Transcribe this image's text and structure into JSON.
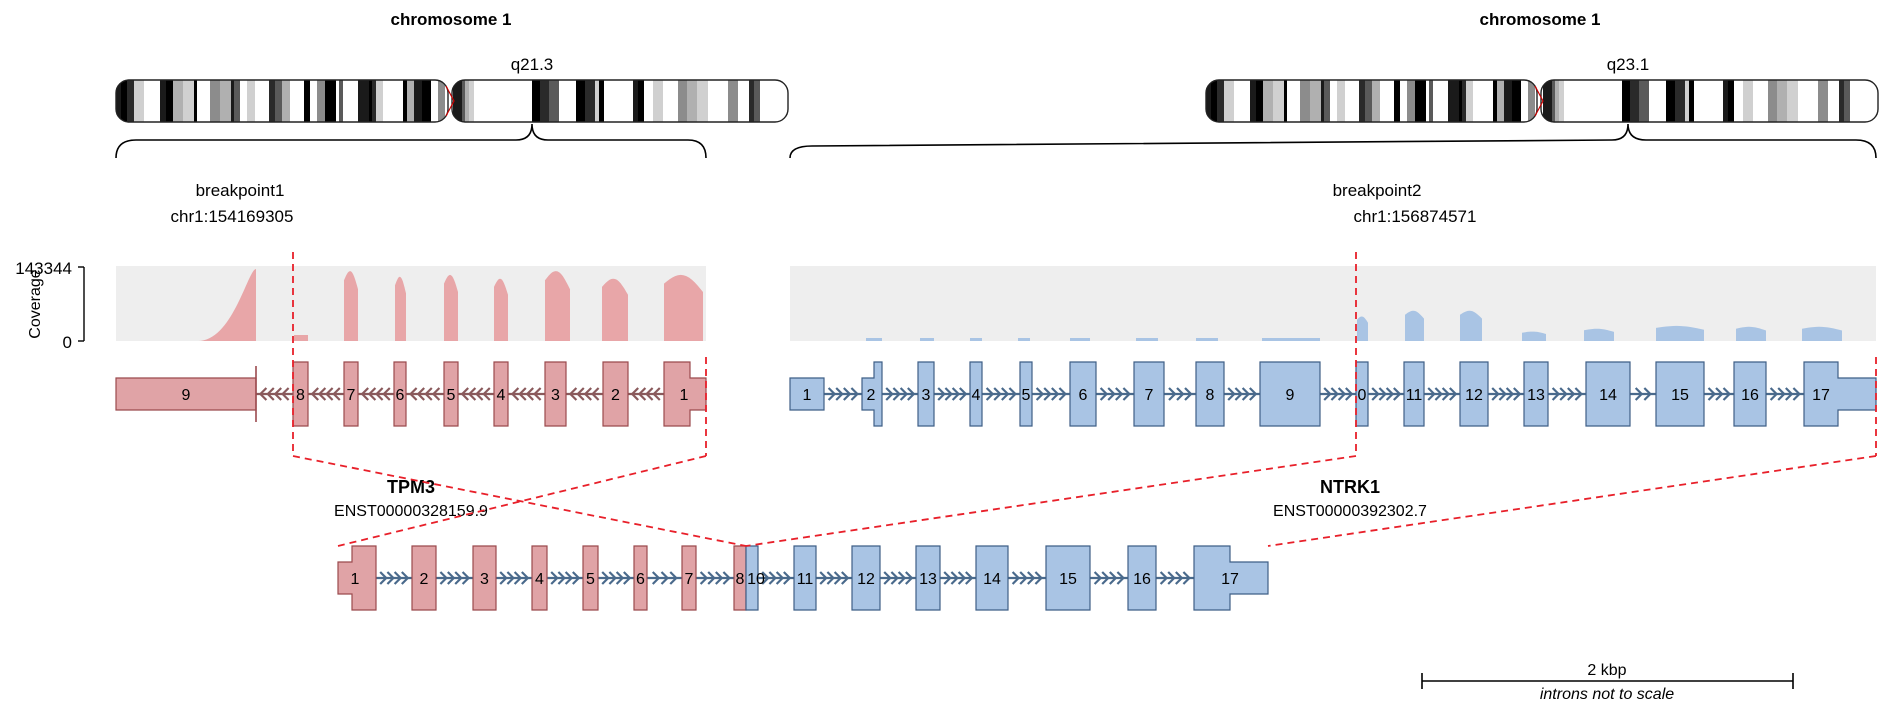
{
  "left": {
    "chromosome_title": "chromosome 1",
    "band_label": "q21.3",
    "breakpoint_name": "breakpoint1",
    "breakpoint_pos": "chr1:154169305",
    "gene_name": "TPM3",
    "transcript_id": "ENST00000328159.9",
    "exons": [
      "9",
      "8",
      "7",
      "6",
      "5",
      "4",
      "3",
      "2",
      "1"
    ]
  },
  "right": {
    "chromosome_title": "chromosome 1",
    "band_label": "q23.1",
    "breakpoint_name": "breakpoint2",
    "breakpoint_pos": "chr1:156874571",
    "gene_name": "NTRK1",
    "transcript_id": "ENST00000392302.7",
    "exons": [
      "1",
      "2",
      "3",
      "4",
      "5",
      "6",
      "7",
      "8",
      "9",
      "0",
      "11",
      "12",
      "13",
      "14",
      "15",
      "16",
      "17"
    ]
  },
  "coverage": {
    "ylabel": "Coverage",
    "max_label": "143344",
    "min_label": "0"
  },
  "fusion": {
    "tpm3_exons": [
      "1",
      "2",
      "3",
      "4",
      "5",
      "6",
      "7",
      "8"
    ],
    "ntrk1_exons": [
      "10",
      "11",
      "12",
      "13",
      "14",
      "15",
      "16",
      "17"
    ]
  },
  "scale": {
    "label": "2 kbp",
    "note": "introns not to scale"
  },
  "colors": {
    "tpm3_fill": "#e0a3a6",
    "tpm3_stroke": "#9b4a4e",
    "tpm3_arrow": "#8a5a5c",
    "ntrk1_fill": "#a9c4e4",
    "ntrk1_stroke": "#3f5f86",
    "ntrk1_arrow": "#4a6a8c",
    "coverage_bg": "#eeeeee",
    "breakpoint_line": "#e8202a"
  }
}
